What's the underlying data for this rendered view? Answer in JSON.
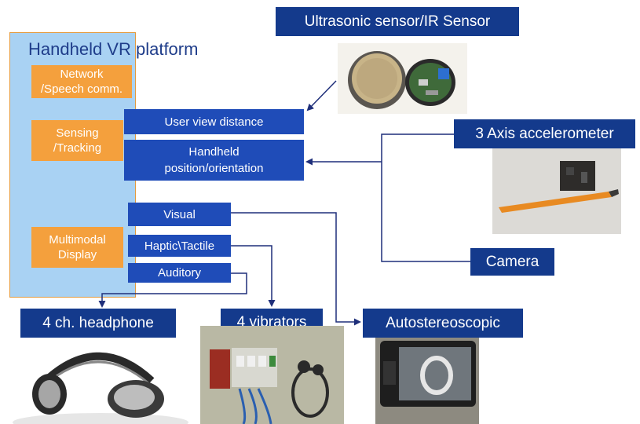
{
  "platform": {
    "title": "Handheld VR platform",
    "network_l1": "Network",
    "network_l2": "/Speech comm.",
    "sensing_l1": "Sensing",
    "sensing_l2": "/Tracking",
    "display_l1": "Multimodal",
    "display_l2": "Display"
  },
  "functions": {
    "user_view": "User view distance",
    "handheld_l1": "Handheld",
    "handheld_l2": "position/orientation",
    "visual": "Visual",
    "haptic": "Haptic\\Tactile",
    "auditory": "Auditory"
  },
  "devices": {
    "ultrasonic": "Ultrasonic sensor/IR Sensor",
    "accelerometer": "3 Axis accelerometer",
    "camera": "Camera",
    "headphone": "4 ch. headphone",
    "vibrators": "4 vibrators",
    "autostereo": "Autostereoscopic"
  },
  "colors": {
    "platform_bg": "#a9d2f3",
    "orange": "#f4a03d",
    "function_blue": "#1f4cb8",
    "label_navy": "#143a8c",
    "connector": "#1f2f7a"
  }
}
